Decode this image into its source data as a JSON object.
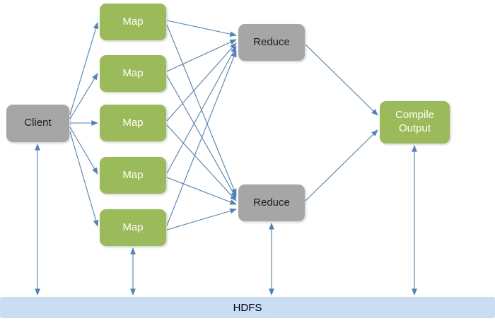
{
  "nodes": {
    "client": {
      "label": "Client"
    },
    "maps": [
      {
        "label": "Map"
      },
      {
        "label": "Map"
      },
      {
        "label": "Map"
      },
      {
        "label": "Map"
      },
      {
        "label": "Map"
      }
    ],
    "reduces": [
      {
        "label": "Reduce"
      },
      {
        "label": "Reduce"
      }
    ],
    "compile_output": {
      "label": "Compile Output"
    },
    "hdfs": {
      "label": "HDFS"
    }
  },
  "colors": {
    "--map-green": "#9bba59",
    "--box-gray": "#a6a6a6",
    "--arrow-blue": "#4f81bd",
    "--hdfs-blue": "#c9ddf4"
  }
}
